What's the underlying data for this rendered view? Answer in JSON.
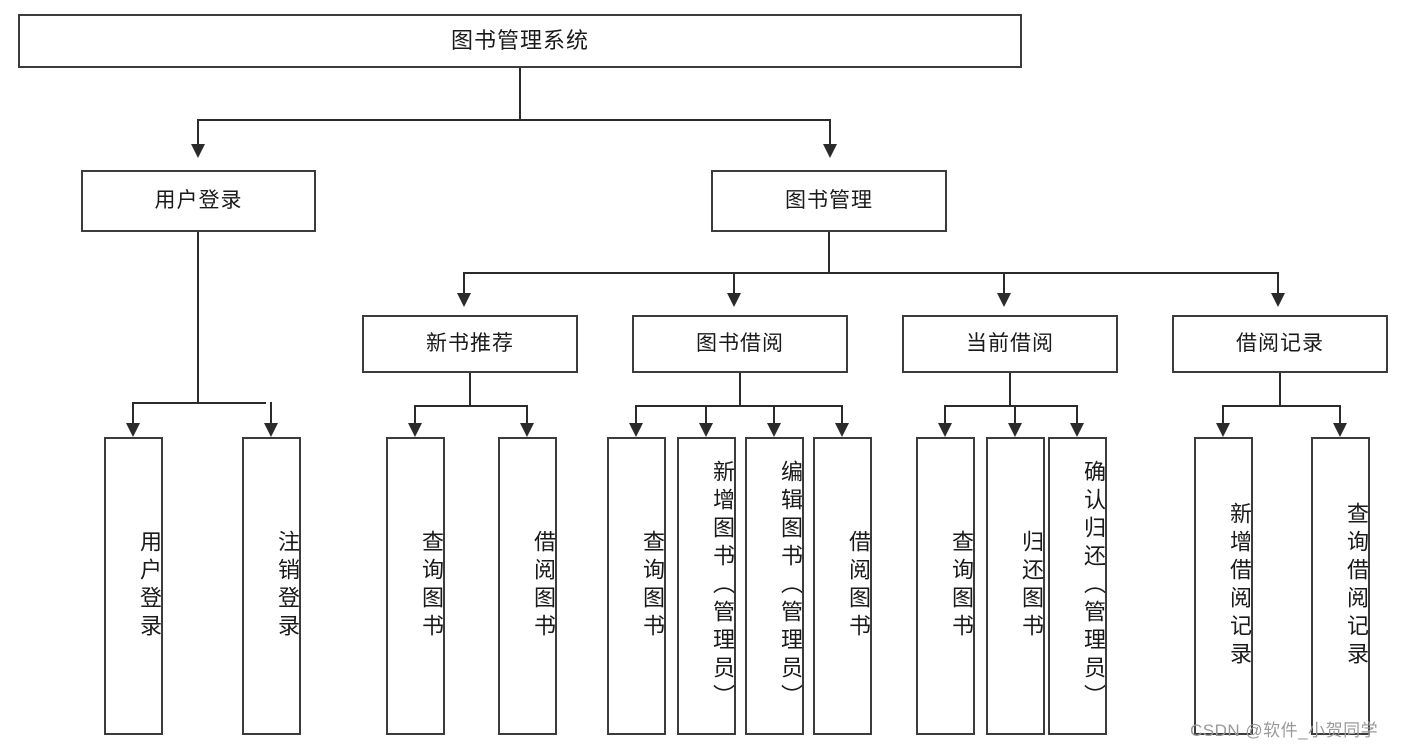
{
  "diagram": {
    "type": "tree",
    "title": "图书管理系统",
    "root": {
      "label": "图书管理系统"
    },
    "level1": [
      {
        "label": "用户登录"
      },
      {
        "label": "图书管理"
      }
    ],
    "level2": [
      {
        "label": "新书推荐"
      },
      {
        "label": "图书借阅"
      },
      {
        "label": "当前借阅"
      },
      {
        "label": "借阅记录"
      }
    ],
    "leaves": {
      "user_login": [
        {
          "label": "用户登录"
        },
        {
          "label": "注销登录"
        }
      ],
      "new_book_recommend": [
        {
          "label": "查询图书"
        },
        {
          "label": "借阅图书"
        }
      ],
      "book_borrow": [
        {
          "label": "查询图书"
        },
        {
          "label": "新增图书（管理员）"
        },
        {
          "label": "编辑图书（管理员）"
        },
        {
          "label": "借阅图书"
        }
      ],
      "current_borrow": [
        {
          "label": "查询图书"
        },
        {
          "label": "归还图书"
        },
        {
          "label": "确认归还（管理员）"
        }
      ],
      "borrow_record": [
        {
          "label": "新增借阅记录"
        },
        {
          "label": "查询借阅记录"
        }
      ]
    }
  },
  "watermark": {
    "text": "CSDN @软件_小贺同学"
  },
  "colors": {
    "box_border": "#3c3c3c",
    "line": "#2b2b2b",
    "background": "#ffffff",
    "text": "#1a1a1a",
    "watermark": "#9a9a9a"
  }
}
